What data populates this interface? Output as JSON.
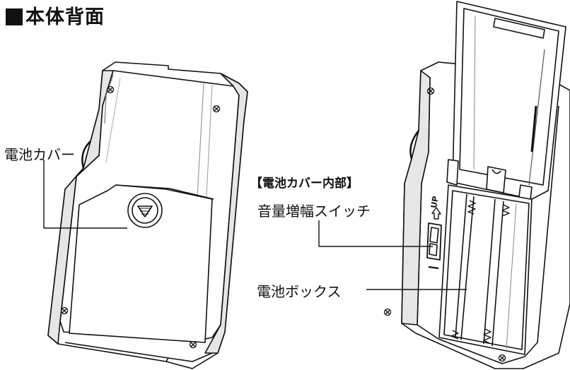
{
  "title": "本体背面",
  "labels": {
    "battery_cover": "電池カバー",
    "inside_heading": "【電池カバー内部】",
    "volume_switch": "音量増幅スイッチ",
    "battery_box": "電池ボックス"
  },
  "switch_text": "UP"
}
